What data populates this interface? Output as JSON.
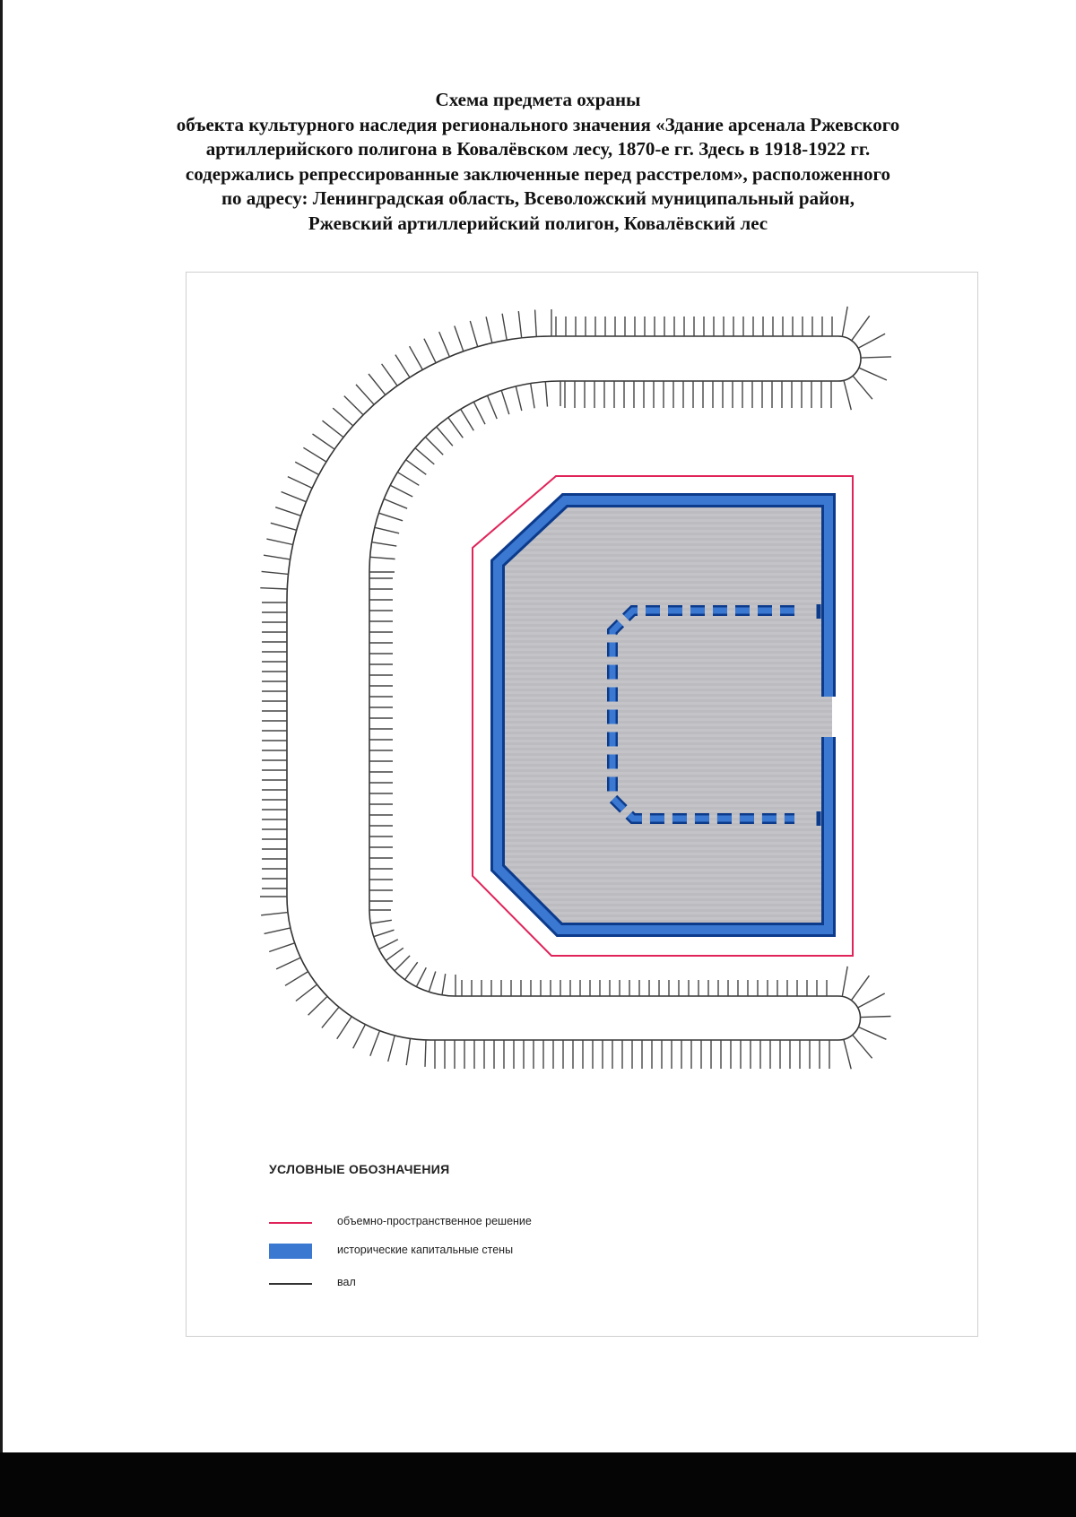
{
  "title": {
    "line1": "Схема предмета охраны",
    "line2": "объекта культурного наследия регионального значения «Здание арсенала Ржевского",
    "line3": "артиллерийского полигона в Ковалёвском лесу, 1870-е гг. Здесь в 1918-1922 гг.",
    "line4": "содержались репрессированные заключенные перед расстрелом», расположенного",
    "line5": "по адресу: Ленинградская область, Всеволожский муниципальный район,",
    "line6": "Ржевский артиллерийский полигон, Ковалёвский лес"
  },
  "legend": {
    "title": "УСЛОВНЫЕ ОБОЗНАЧЕНИЯ",
    "items": [
      {
        "label": "объемно-пространственное решение",
        "color": "#e0245a"
      },
      {
        "label": "исторические капитальные стены",
        "color": "#3a78d2"
      },
      {
        "label": "вал",
        "color": "#333333"
      }
    ]
  }
}
